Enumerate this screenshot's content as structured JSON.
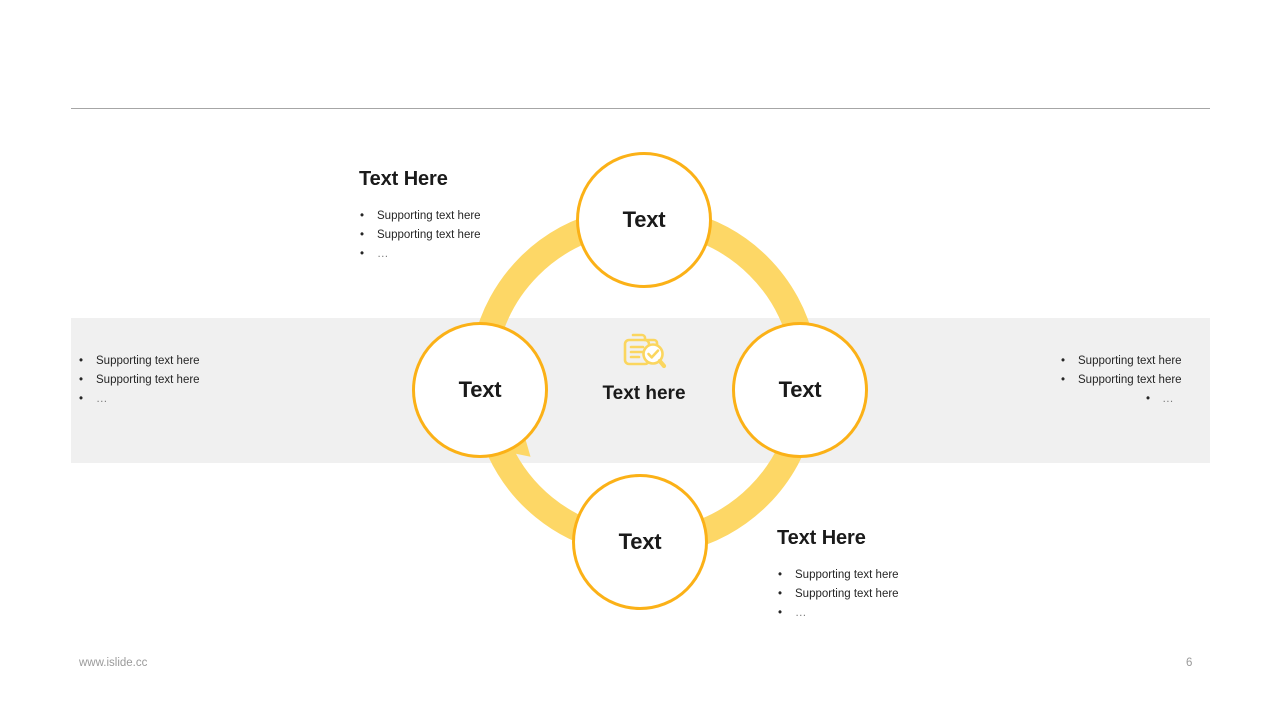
{
  "slide": {
    "page_number": "6",
    "website": "www.islide.cc",
    "accent_color": "#FBB117",
    "band_color": "#FDD766",
    "grey_band_color": "#F0F0F0",
    "divider_color": "#A6A6A6"
  },
  "diagram": {
    "type": "cycle",
    "center": {
      "icon": "document-search-check-icon",
      "label": "Text here"
    },
    "nodes": [
      {
        "position": "top",
        "label": "Text"
      },
      {
        "position": "right",
        "label": "Text"
      },
      {
        "position": "bottom",
        "label": "Text"
      },
      {
        "position": "left",
        "label": "Text"
      }
    ],
    "arrow_count": 1,
    "arrow_direction": "counter-clockwise"
  },
  "blocks": {
    "top_left": {
      "heading": "Text Here",
      "bullets": [
        "Supporting  text here",
        "Supporting  text here",
        "…"
      ]
    },
    "left": {
      "heading": "",
      "bullets": [
        "Supporting  text here",
        "Supporting  text here",
        "…"
      ]
    },
    "right": {
      "heading": "",
      "bullets": [
        "Supporting  text here",
        "Supporting  text here",
        "…"
      ]
    },
    "bottom_right": {
      "heading": "Text Here",
      "bullets": [
        "Supporting  text here",
        "Supporting  text here",
        "…"
      ]
    }
  }
}
